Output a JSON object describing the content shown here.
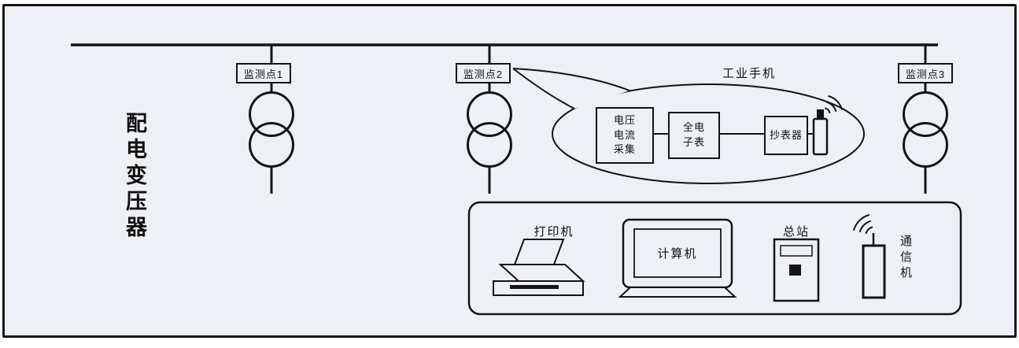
{
  "diagram": {
    "transformer_label": "配电变压器",
    "monitor_points": [
      {
        "label": "监测点1"
      },
      {
        "label": "监测点2"
      },
      {
        "label": "监测点3"
      }
    ],
    "callout": {
      "title": "工业手机",
      "collector_label": "电压\n电流\n采集",
      "meter_label": "全电\n子表",
      "reader_label": "抄表器"
    },
    "panel": {
      "printer_label": "打印机",
      "computer_label": "计算机",
      "station_label": "总站",
      "comm_label": "通信机"
    },
    "colors": {
      "line": "#141414",
      "background": "#edf0f5"
    }
  }
}
